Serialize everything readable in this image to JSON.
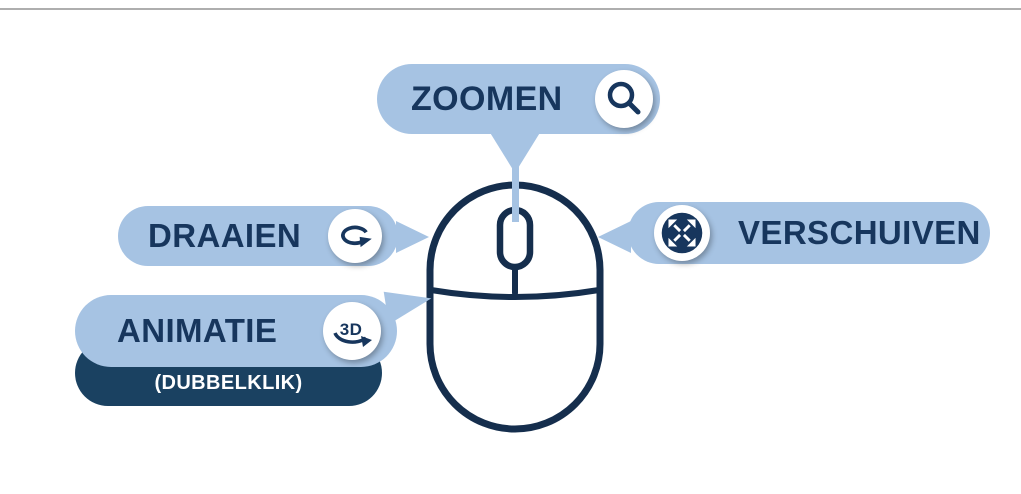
{
  "diagram_title": "mouse-controls-legend",
  "colors": {
    "pill_blue": "#a6c3e3",
    "navy_text": "#17365d",
    "dark_navy_pill": "#1a4161",
    "mouse_outline": "#152e4d",
    "icon_circle": "#ffffff",
    "top_divider": "#aeaeae"
  },
  "callouts": {
    "zoom": {
      "label": "ZOOMEN",
      "icon": "magnifier-icon"
    },
    "rotate": {
      "label": "DRAAIEN",
      "icon": "rotate-arrow-icon"
    },
    "pan": {
      "label": "VERSCHUIVEN",
      "icon": "pan-arrows-icon"
    },
    "animation": {
      "label": "ANIMATIE",
      "icon": "3d-rotate-icon",
      "icon_text": "3D",
      "sublabel": "(DUBBELKLIK)"
    }
  },
  "mouse": {
    "description": "computer mouse outline with scroll wheel highlighted"
  }
}
